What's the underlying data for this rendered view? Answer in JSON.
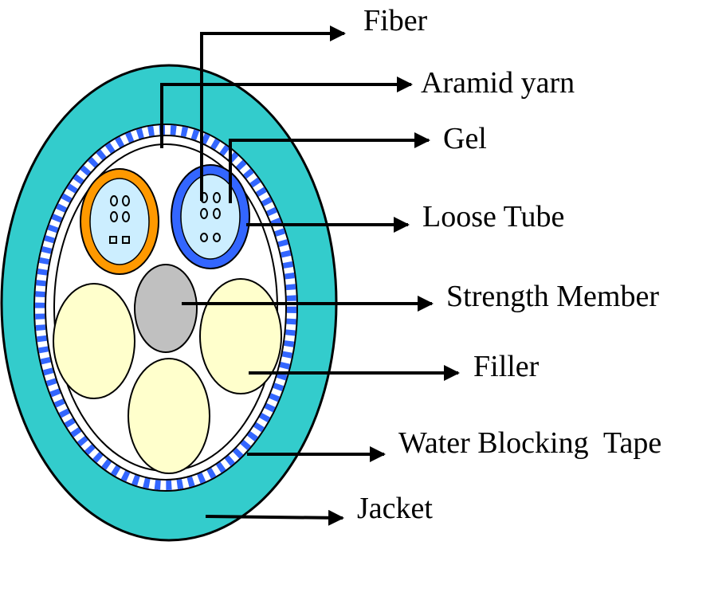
{
  "labels": {
    "fiber": "Fiber",
    "aramid_yarn": "Aramid yarn",
    "gel": "Gel",
    "loose_tube": "Loose Tube",
    "strength_member": "Strength Member",
    "filler": "Filler",
    "water_blocking_tape": "Water Blocking  Tape",
    "jacket": "Jacket"
  },
  "colors": {
    "jacket": "#33cccc",
    "tape_blue": "#3366ff",
    "tube_orange": "#ff9900",
    "tube_blue": "#3366ff",
    "gel": "#cceeff",
    "strength_member": "#c0c0c0",
    "filler": "#ffffcc",
    "line": "#000000"
  }
}
